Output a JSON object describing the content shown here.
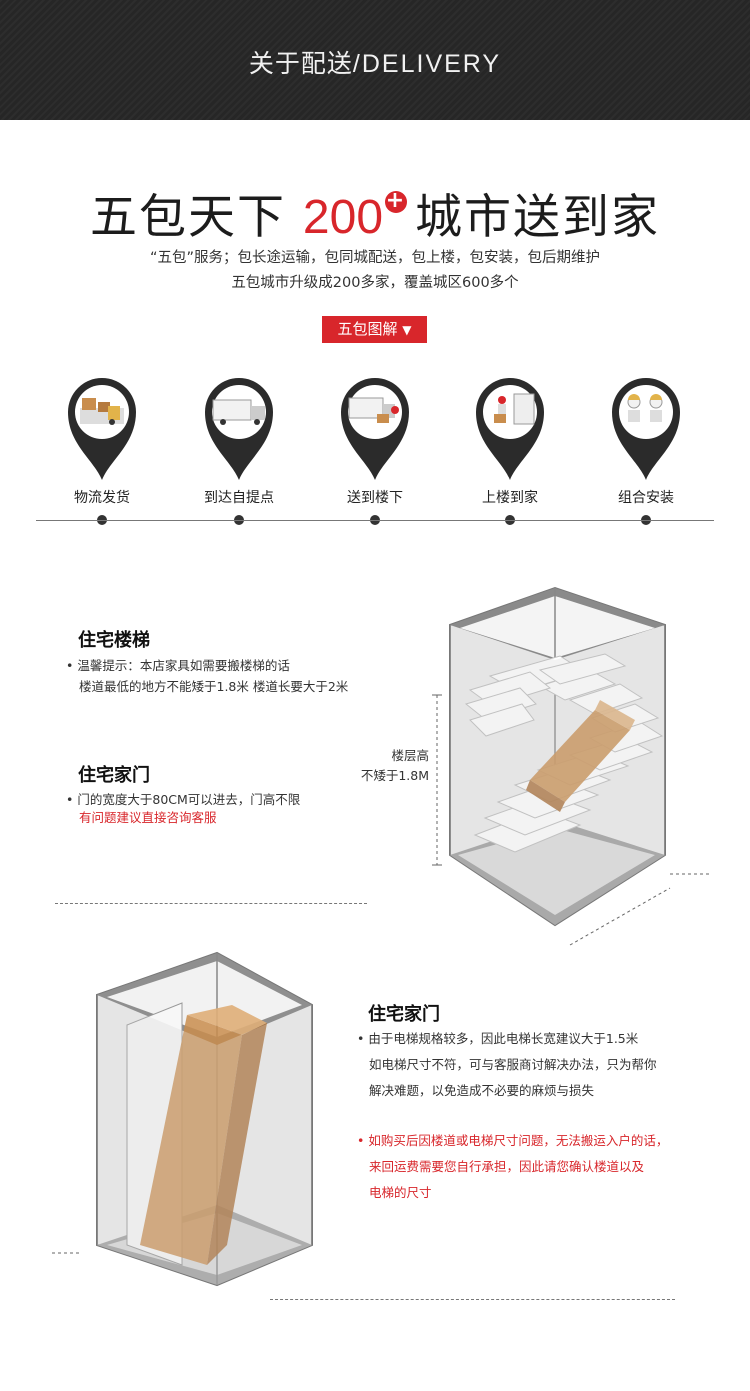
{
  "header": {
    "title_cn": "关于配送",
    "title_en": "/DELIVERY"
  },
  "headline": {
    "part1": "五包天下 ",
    "number": "200",
    "plus": "+",
    "part2": "城市送到家"
  },
  "subtitle": {
    "line1": "“五包”服务；包长途运输，包同城配送，包上楼，包安装，包后期维护",
    "line2": "五包城市升级成200多家，覆盖城区600多个"
  },
  "badge": {
    "label": "五包图解",
    "arrow": "▼"
  },
  "steps": [
    {
      "label": "物流发货",
      "icon": "forklift-warehouse-icon"
    },
    {
      "label": "到达自提点",
      "icon": "delivery-truck-icon"
    },
    {
      "label": "送到楼下",
      "icon": "unloading-truck-icon"
    },
    {
      "label": "上楼到家",
      "icon": "doorstep-delivery-icon"
    },
    {
      "label": "组合安装",
      "icon": "installer-workers-icon"
    }
  ],
  "stairs_section": {
    "title": "住宅楼梯",
    "tip_bullet": "•",
    "tip_line1": "温馨提示：本店家具如需要搬楼梯的话",
    "tip_line2": "楼道最低的地方不能矮于1.8米  楼道长要大于2米",
    "door_title": "住宅家门",
    "door_line1": "门的宽度大于80CM可以进去，门高不限",
    "door_line2": "有问题建议直接咨询客服",
    "floor_label_1": "楼层高",
    "floor_label_2": "不矮于1.8M"
  },
  "elevator_section": {
    "title": "住宅家门",
    "line1": "由于电梯规格较多，因此电梯长宽建议大于1.5米",
    "line2": "如电梯尺寸不符，可与客服商讨解决办法，只为帮你",
    "line3": "解决难题，以免造成不必要的麻烦与损失",
    "warn1": "如购买后因楼道或电梯尺寸问题，无法搬运入户的话，",
    "warn2": "来回运费需要您自行承担，因此请您确认楼道以及",
    "warn3": "电梯的尺寸"
  },
  "colors": {
    "accent": "#d8262b",
    "header_bg": "#262626",
    "pin": "#2b2b2b",
    "box": "#c98d4d"
  }
}
